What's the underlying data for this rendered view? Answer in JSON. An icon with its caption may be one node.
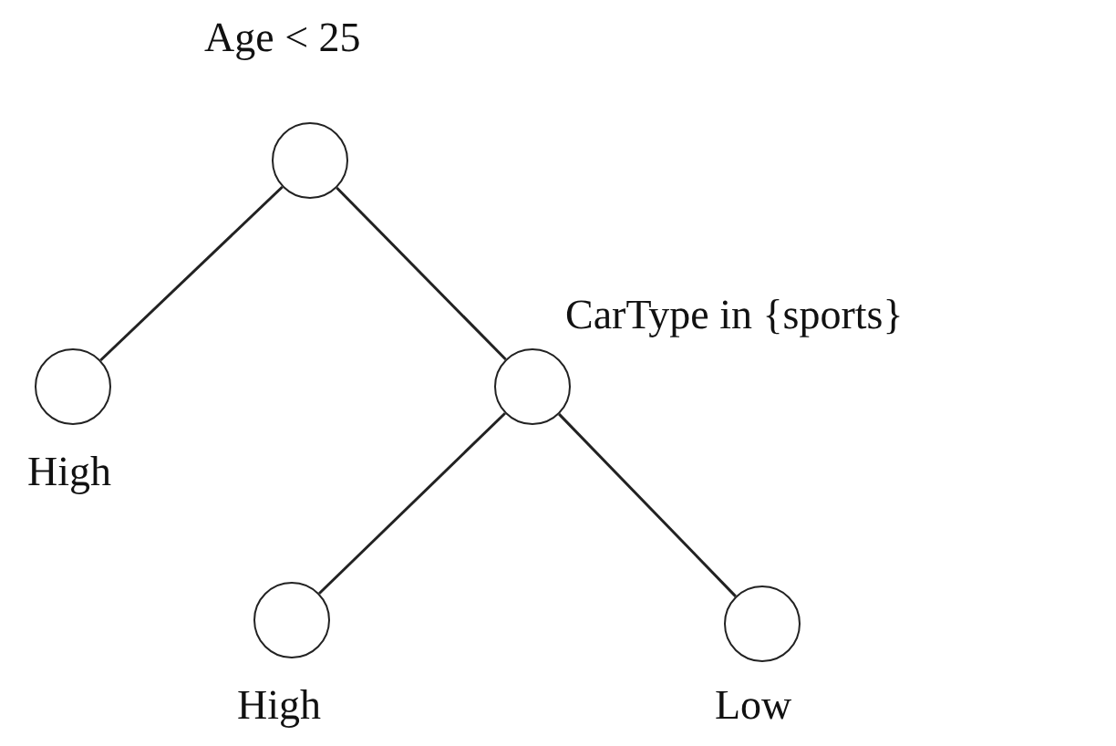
{
  "diagram": {
    "nodes": [
      {
        "text": [],
        "shape": "circle",
        "beside": [
          "Age < 25"
        ]
      },
      {
        "text": [],
        "shape": "circle",
        "beside": [
          "High"
        ]
      },
      {
        "text": [],
        "shape": "circle",
        "beside": [
          "CarType in {sports}"
        ]
      },
      {
        "text": [],
        "shape": "circle",
        "beside": [
          "High"
        ]
      },
      {
        "text": [],
        "shape": "circle",
        "beside": [
          "Low"
        ]
      }
    ],
    "edges": [
      {
        "from": 0,
        "to": 1,
        "arrow": "none"
      },
      {
        "from": 0,
        "to": 2,
        "arrow": "none"
      },
      {
        "from": 2,
        "to": 3,
        "arrow": "none"
      },
      {
        "from": 2,
        "to": 4,
        "arrow": "none"
      }
    ]
  }
}
